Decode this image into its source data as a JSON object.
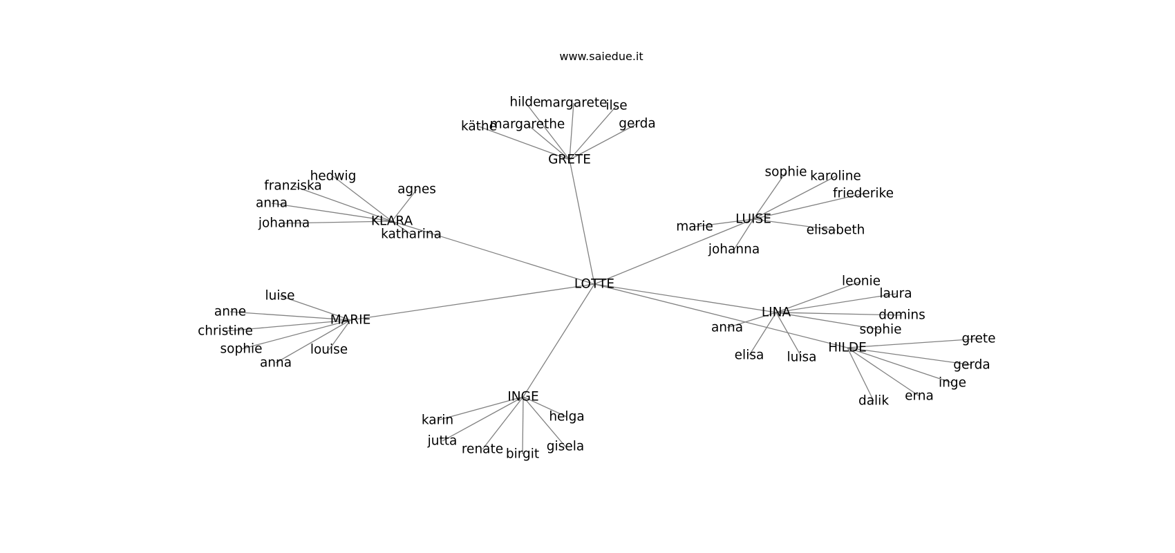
{
  "header": {
    "site": "www.saiedue.it"
  },
  "graph": {
    "root": "LOTTE",
    "groups": [
      {
        "hub": "GRETE",
        "leaves": [
          "hilde",
          "margarete",
          "ilse",
          "margarethe",
          "käthe",
          "gerda"
        ]
      },
      {
        "hub": "KLARA",
        "leaves": [
          "hedwig",
          "franziska",
          "agnes",
          "anna",
          "johanna",
          "katharina"
        ]
      },
      {
        "hub": "LUISE",
        "leaves": [
          "sophie",
          "karoline",
          "friederike",
          "marie",
          "elisabeth",
          "johanna"
        ]
      },
      {
        "hub": "LINA",
        "leaves": [
          "leonie",
          "laura",
          "domins",
          "sophie",
          "anna",
          "elisa",
          "luisa"
        ]
      },
      {
        "hub": "HILDE",
        "leaves": [
          "grete",
          "gerda",
          "inge",
          "erna",
          "dalik"
        ]
      },
      {
        "hub": "MARIE",
        "leaves": [
          "luise",
          "anne",
          "christine",
          "sophie",
          "louise",
          "anna"
        ]
      },
      {
        "hub": "INGE",
        "leaves": [
          "karin",
          "helga",
          "jutta",
          "renate",
          "birgit",
          "gisela"
        ]
      }
    ]
  }
}
